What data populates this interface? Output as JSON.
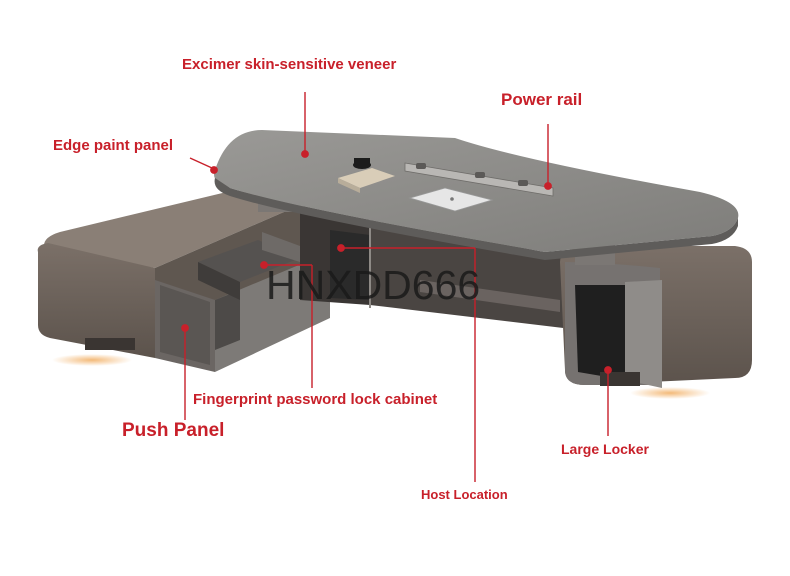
{
  "callouts": {
    "excimer": "Excimer skin-sensitive veneer",
    "power_rail": "Power rail",
    "edge_paint": "Edge paint panel",
    "fingerprint": "Fingerprint password lock cabinet",
    "push_panel": "Push Panel",
    "large_locker": "Large Locker",
    "host_location": "Host Location"
  },
  "watermark": "HNXDD666",
  "colors": {
    "callout_red": "#c8202a",
    "desktop_gray": "#8b8a88",
    "cabinet_bronze": "#6f655c",
    "dark_interior": "#2a2a2a",
    "glow": "#f2b26a"
  }
}
